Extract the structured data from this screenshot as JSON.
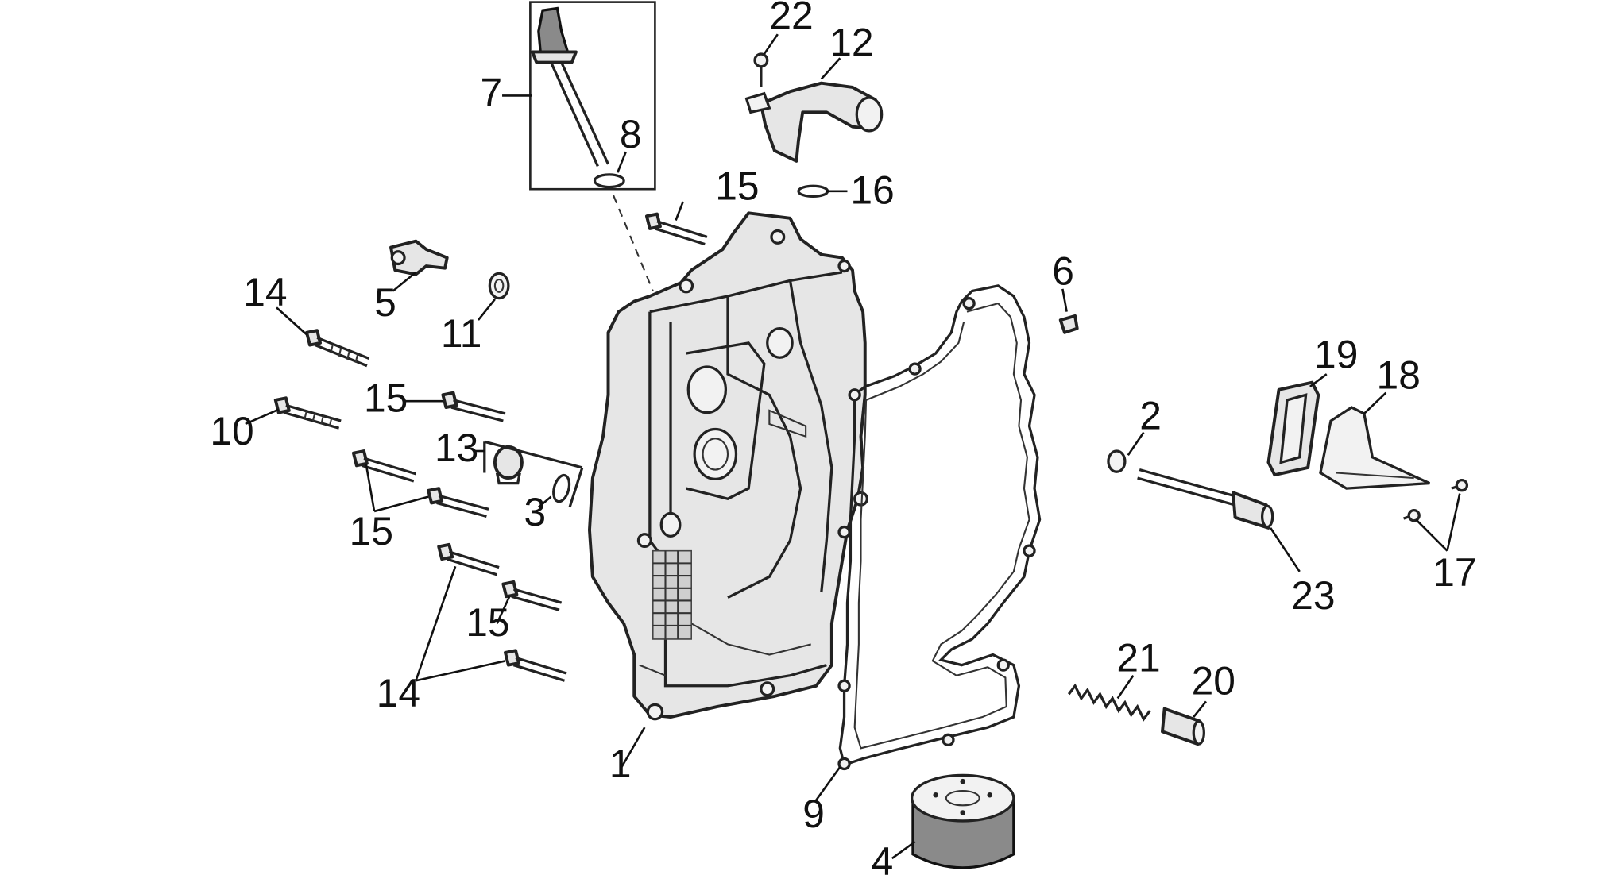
{
  "callouts": [
    {
      "id": "1",
      "text": "1"
    },
    {
      "id": "2",
      "text": "2"
    },
    {
      "id": "3",
      "text": "3"
    },
    {
      "id": "4",
      "text": "4"
    },
    {
      "id": "5",
      "text": "5"
    },
    {
      "id": "6",
      "text": "6"
    },
    {
      "id": "7",
      "text": "7"
    },
    {
      "id": "8",
      "text": "8"
    },
    {
      "id": "9",
      "text": "9"
    },
    {
      "id": "10",
      "text": "10"
    },
    {
      "id": "11",
      "text": "11"
    },
    {
      "id": "12",
      "text": "12"
    },
    {
      "id": "13",
      "text": "13"
    },
    {
      "id": "14a",
      "text": "14"
    },
    {
      "id": "14b",
      "text": "14"
    },
    {
      "id": "15a",
      "text": "15"
    },
    {
      "id": "15b",
      "text": "15"
    },
    {
      "id": "15c",
      "text": "15"
    },
    {
      "id": "15d",
      "text": "15"
    },
    {
      "id": "16",
      "text": "16"
    },
    {
      "id": "17",
      "text": "17"
    },
    {
      "id": "18",
      "text": "18"
    },
    {
      "id": "19",
      "text": "19"
    },
    {
      "id": "20",
      "text": "20"
    },
    {
      "id": "21",
      "text": "21"
    },
    {
      "id": "22",
      "text": "22"
    },
    {
      "id": "23",
      "text": "23"
    }
  ]
}
